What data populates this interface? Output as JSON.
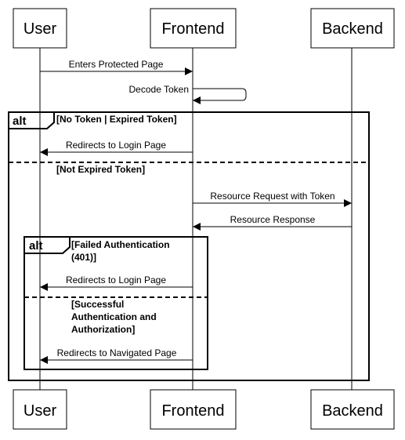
{
  "participants": {
    "user": "User",
    "frontend": "Frontend",
    "backend": "Backend"
  },
  "messages": {
    "enters_protected_page": "Enters Protected Page",
    "decode_token": "Decode Token",
    "redirects_login_1": "Redirects to Login Page",
    "resource_request": "Resource Request with Token",
    "resource_response": "Resource Response",
    "redirects_login_2": "Redirects to Login Page",
    "redirects_navigated": "Redirects to Navigated Page"
  },
  "outer_alt": {
    "tag": "alt",
    "guard_1": "[No Token | Expired Token]",
    "guard_2": "[Not Expired Token]"
  },
  "inner_alt": {
    "tag": "alt",
    "guard_1_line_1": "[Failed Authentication",
    "guard_1_line_2": "(401)]",
    "guard_2_line_1": "[Successful",
    "guard_2_line_2": "Authentication and",
    "guard_2_line_3": "Authorization]"
  }
}
